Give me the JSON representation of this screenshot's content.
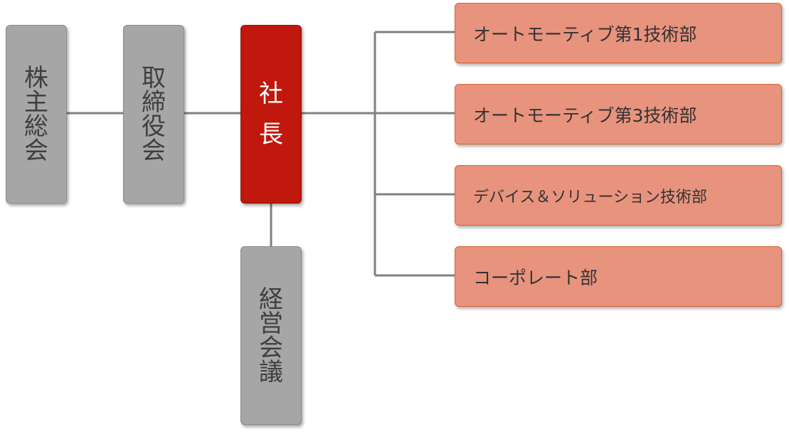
{
  "diagram": {
    "nodes": {
      "shareholders": {
        "label": "株主総会"
      },
      "board": {
        "label": "取締役会"
      },
      "president": {
        "label": "社長"
      },
      "management_meeting": {
        "label": "経営会議"
      }
    },
    "departments": [
      {
        "label": "オートモーティブ第1技術部"
      },
      {
        "label": "オートモーティブ第3技術部"
      },
      {
        "label": "デバイス＆ソリューション技術部"
      },
      {
        "label": "コーポレート部"
      }
    ],
    "colors": {
      "gray_box": "#a6a6a6",
      "president_box": "#c0180c",
      "department_box": "#e8937e",
      "department_border": "#d9622b",
      "connector": "#808080"
    }
  }
}
